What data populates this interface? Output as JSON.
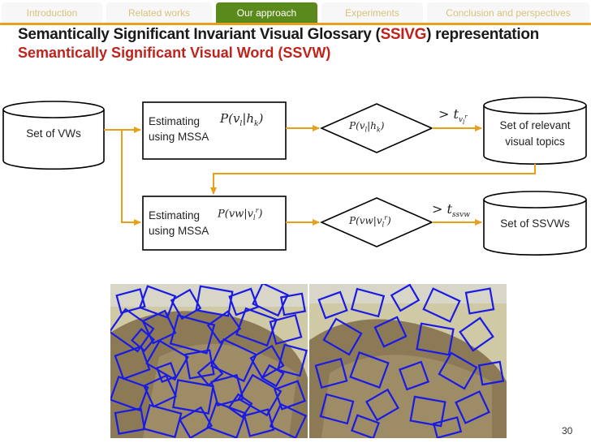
{
  "nav": {
    "tabs": [
      {
        "label": "Introduction",
        "active": false
      },
      {
        "label": "Related works",
        "active": false
      },
      {
        "label": "Our approach",
        "active": true
      },
      {
        "label": "Experiments",
        "active": false
      },
      {
        "label": "Conclusion and perspectives",
        "active": false
      }
    ]
  },
  "title": {
    "line1_pre": "Semantically Significant Invariant Visual Glossary (",
    "line1_hl": "SSIVG",
    "line1_post": ") representation",
    "line2": "Semantically Significant Visual Word (SSVW)"
  },
  "diagram": {
    "set_vws": "Set of VWs",
    "box1_line1": "Estimating",
    "box1_line2": "using MSSA",
    "box1_math": "P(v_l|h_k)",
    "diamond1_math": "P(v_l|h_k)",
    "threshold1": "> t_{v_l^r}",
    "relevant_line1": "Set of relevant",
    "relevant_line2": "visual topics",
    "box2_line1": "Estimating",
    "box2_line2": "using MSSA",
    "box2_math": "P(vw|v_l^r)",
    "diamond2_math": "P(vw|v_l^r)",
    "threshold2": "> t_{ssvw}",
    "ssvws": "Set of SSVWs"
  },
  "colors": {
    "active_tab": "#5b8a1c",
    "nav_line": "#e6a01a",
    "title_highlight": "#c0221c",
    "arrow": "#e6a01a",
    "region_boxes": "#1a1ae6"
  },
  "page_number": "30"
}
